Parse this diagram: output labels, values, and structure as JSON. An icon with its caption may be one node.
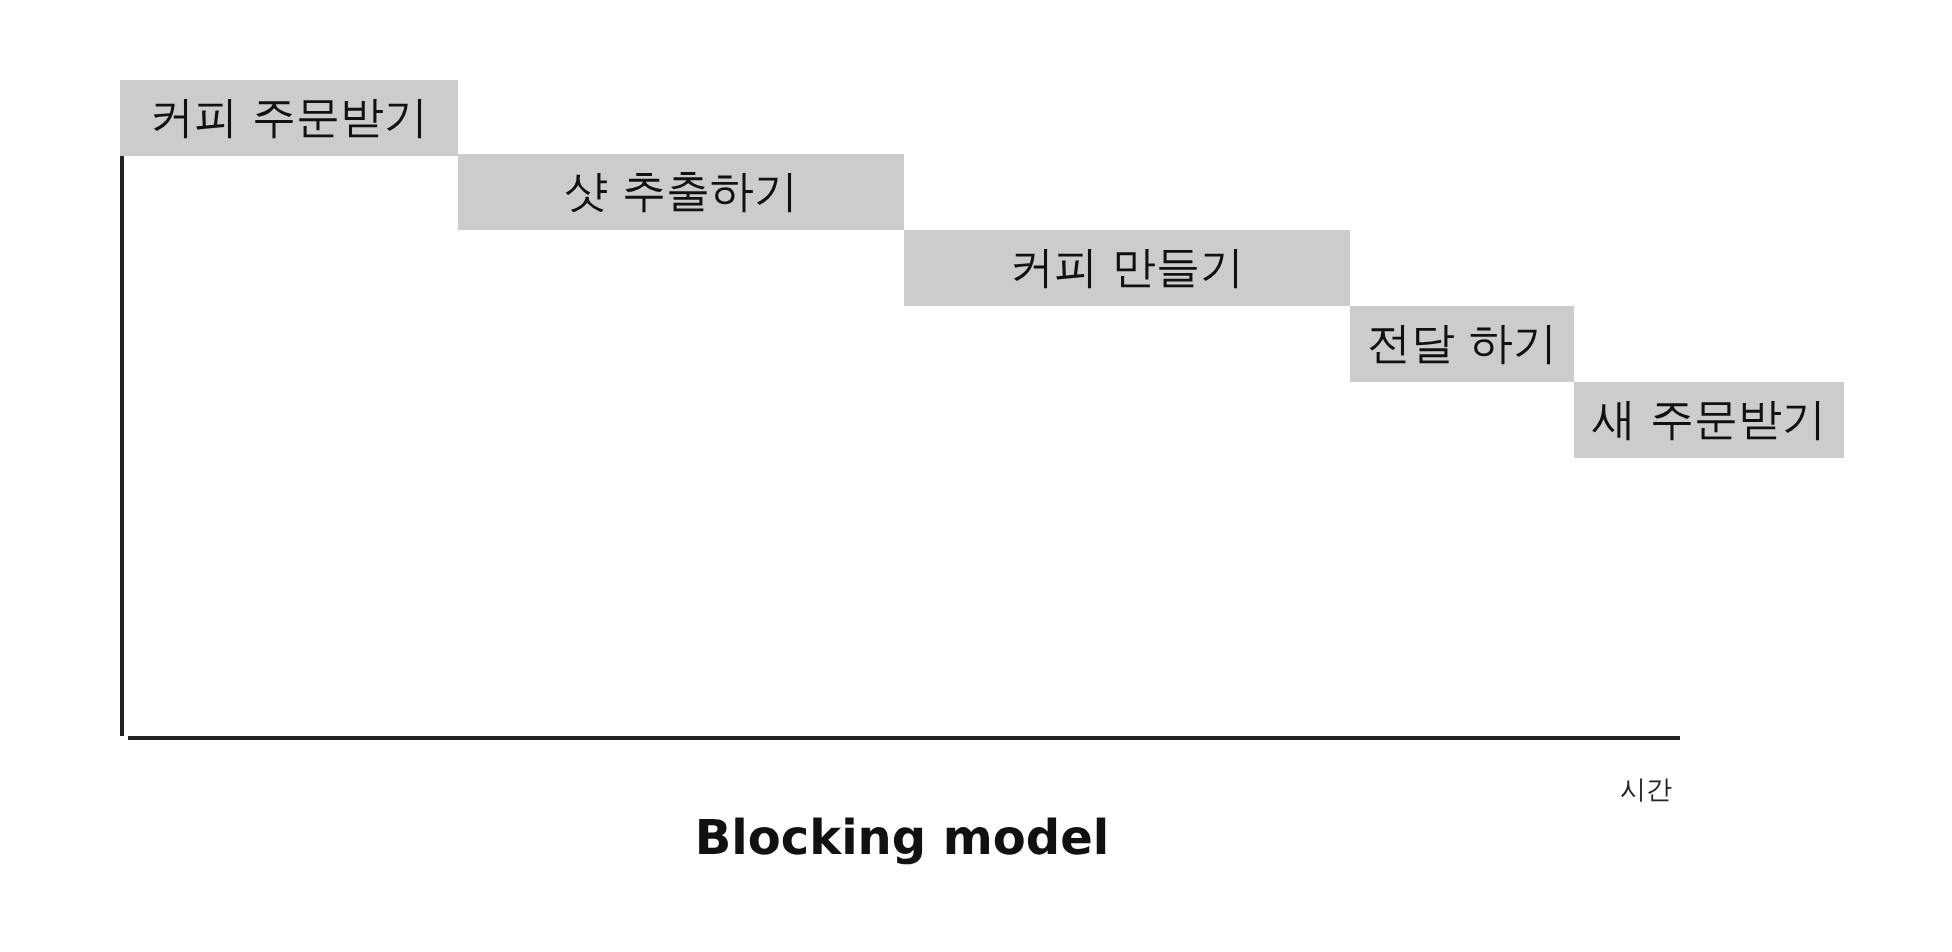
{
  "diagram": {
    "caption": "Blocking model",
    "nodes": [
      {
        "text": [
          "커피 주문받기"
        ]
      },
      {
        "text": [
          "샷 추출하기"
        ]
      },
      {
        "text": [
          "커피 만들기"
        ]
      },
      {
        "text": [
          "전달 하기"
        ]
      },
      {
        "text": [
          "새 주문받기"
        ]
      }
    ],
    "labels": [
      "시간"
    ]
  }
}
